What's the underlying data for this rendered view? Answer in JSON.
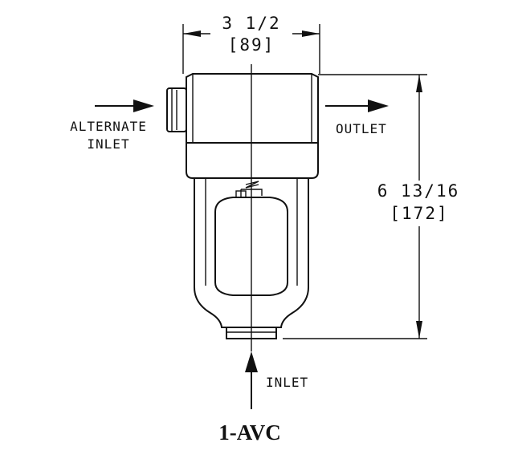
{
  "labels": {
    "width_dim": "3 1/2",
    "width_dim_metric": "[89]",
    "height_dim": "6 13/16",
    "height_dim_metric": "[172]",
    "alternate_inlet_line1": "ALTERNATE",
    "alternate_inlet_line2": "INLET",
    "outlet": "OUTLET",
    "inlet": "INLET",
    "model": "1-AVC"
  }
}
